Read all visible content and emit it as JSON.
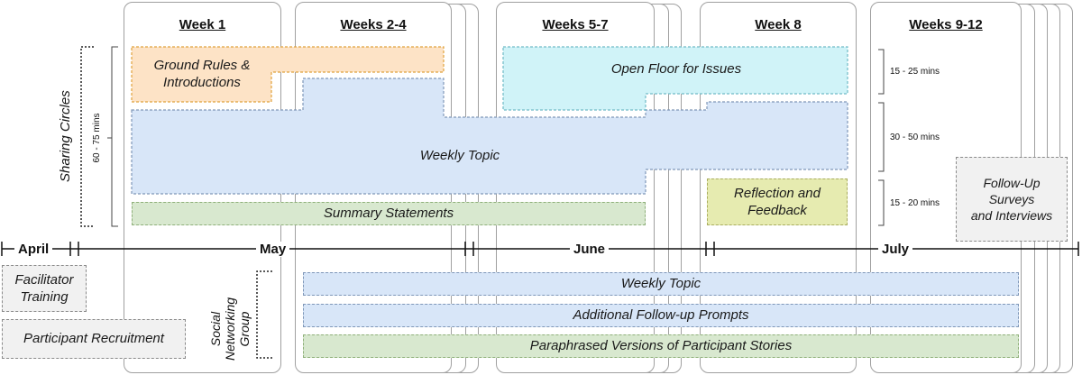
{
  "weeks": [
    {
      "title": "Week 1"
    },
    {
      "title": "Weeks 2-4"
    },
    {
      "title": "Weeks 5-7"
    },
    {
      "title": "Week 8"
    },
    {
      "title": "Weeks 9-12"
    }
  ],
  "sharing": {
    "label": "Sharing Circles",
    "duration": "60 - 75 mins",
    "ground_rules": "Ground Rules &\nIntroductions",
    "open_floor": "Open Floor for Issues",
    "weekly_topic": "Weekly Topic",
    "reflection": "Reflection and\nFeedback",
    "summary": "Summary Statements",
    "durations": [
      "15 - 25 mins",
      "30 - 50 mins",
      "15 - 20 mins"
    ]
  },
  "followup": "Follow-Up\nSurveys\nand Interviews",
  "timeline": {
    "months": [
      "April",
      "May",
      "June",
      "July"
    ]
  },
  "pre": {
    "facilitator": "Facilitator\nTraining",
    "recruitment": "Participant Recruitment"
  },
  "social": {
    "label": "Social\nNetworking\nGroup",
    "weekly_topic": "Weekly Topic",
    "prompts": "Additional Follow-up Prompts",
    "stories": "Paraphrased Versions of Participant Stories"
  }
}
